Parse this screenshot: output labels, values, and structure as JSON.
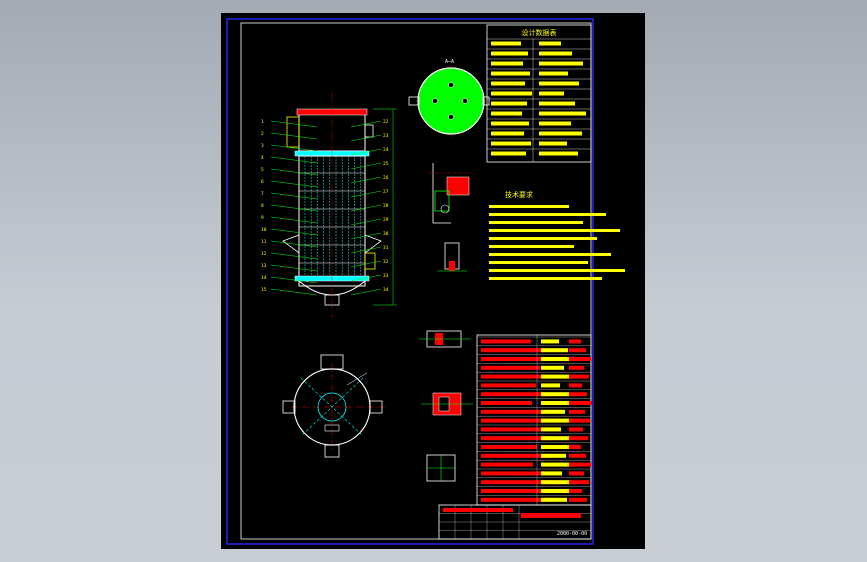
{
  "drawing": {
    "colors": {
      "background": "#000000",
      "frame": "#2a2aff",
      "linework": "#ffffff",
      "annotation": "#ffff00",
      "leader": "#00ff00",
      "section": "#ff0000",
      "fill": "#00ff00",
      "dimension": "#00ffff"
    },
    "headings": {
      "design_data": "设计数据表",
      "technical_requirements": "技术要求"
    },
    "title_block": {
      "drawing_number": "2000-00-00"
    },
    "balloons": [
      "22",
      "23",
      "24",
      "25",
      "26",
      "27",
      "28",
      "29",
      "30",
      "31",
      "32",
      "33",
      "34",
      "1",
      "2",
      "3",
      "4",
      "5",
      "6",
      "7",
      "8",
      "9",
      "10",
      "11",
      "12",
      "13",
      "14",
      "15"
    ]
  }
}
